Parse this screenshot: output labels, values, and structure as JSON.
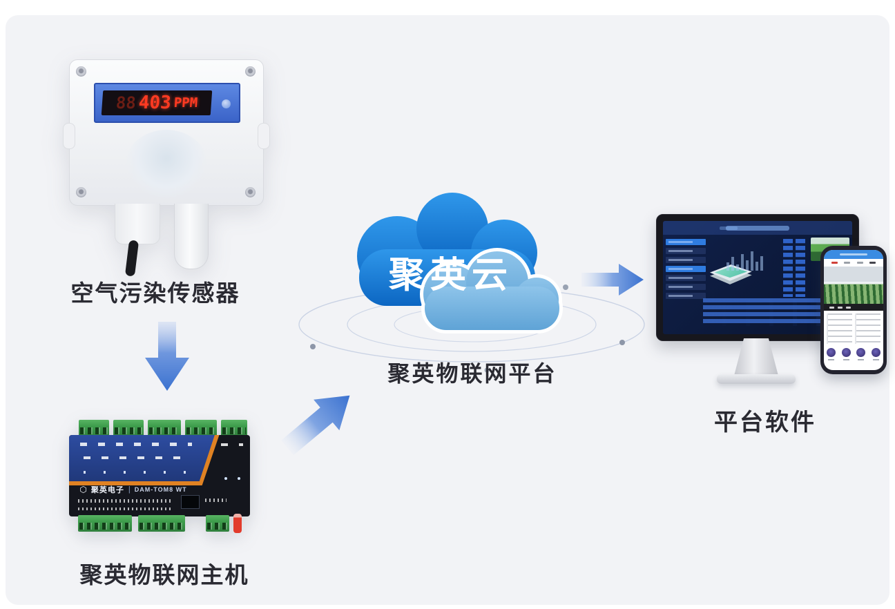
{
  "page": {
    "background": "#f2f3f6"
  },
  "labels": {
    "sensor": "空气污染传感器",
    "host": "聚英物联网主机",
    "platform": "聚英物联网平台",
    "software": "平台软件"
  },
  "cloud": {
    "text": "聚英云",
    "back_color": "#1479cf",
    "front_color": "#7ab6e4"
  },
  "sensor_display": {
    "dim_digits": "88",
    "value": "403",
    "unit": "PPM"
  },
  "host": {
    "brand": "聚英电子",
    "divider": "|",
    "model": "DAM-TOM8 WT"
  },
  "colors": {
    "arrow": "#4a7ed6",
    "label_text": "#2a2a32",
    "led_red": "#ff3a22"
  }
}
